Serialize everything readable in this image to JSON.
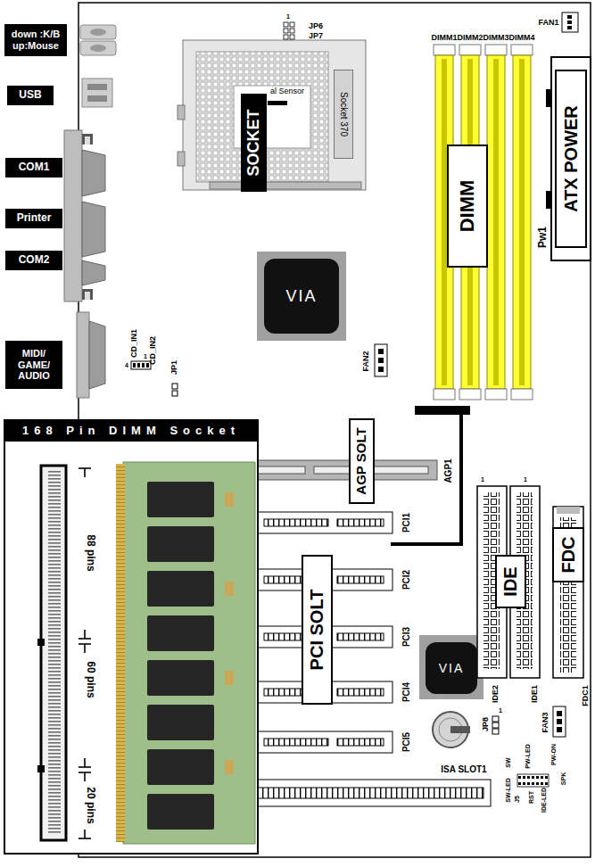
{
  "diagram": {
    "nodes": [
      {
        "text": [
          "down :K/B",
          "up:Mouse"
        ]
      },
      {
        "text": [
          "USB"
        ]
      },
      {
        "text": [
          "COM1"
        ]
      },
      {
        "text": [
          "Printer"
        ]
      },
      {
        "text": [
          "COM2"
        ]
      },
      {
        "text": [
          "MIDI/ GAME/ AUDIO"
        ]
      },
      {
        "text": [
          "SOCKET"
        ]
      },
      {
        "text": [
          "Socket 370"
        ]
      },
      {
        "text": [
          "ATX POWER"
        ]
      },
      {
        "text": [
          "DIMM"
        ]
      },
      {
        "text": [
          "VIA"
        ]
      },
      {
        "text": [
          "168 Pin DIMM Socket"
        ]
      },
      {
        "text": [
          "AGP SOLT"
        ]
      },
      {
        "text": [
          "PCI SOLT"
        ]
      },
      {
        "text": [
          "IDE"
        ]
      },
      {
        "text": [
          "FDC"
        ]
      },
      {
        "text": [
          "VIA"
        ]
      }
    ],
    "labels": [
      "1",
      "JP6",
      "JP7",
      "FAN1",
      "DIMM1",
      "DIMM2",
      "DIMM3",
      "DIMM4",
      "al Sensor",
      "Pw1",
      "FAN2",
      "CD_IN1",
      "CD_IN2",
      "4",
      "1",
      "JP1",
      "88 pins",
      "60 pins",
      "20 pins",
      "AGP1",
      "PCI1",
      "PCI2",
      "PCI3",
      "PCI4",
      "PCI5",
      "1",
      "1",
      "IDE2",
      "IDE1",
      "FDC1",
      "FAN3",
      "JP8",
      "1",
      "PW-ON",
      "PW-LED",
      "SPK",
      "RST",
      "IDE-LED",
      "SW",
      "SW-LED",
      "J5",
      "ISA SLOT1"
    ]
  }
}
